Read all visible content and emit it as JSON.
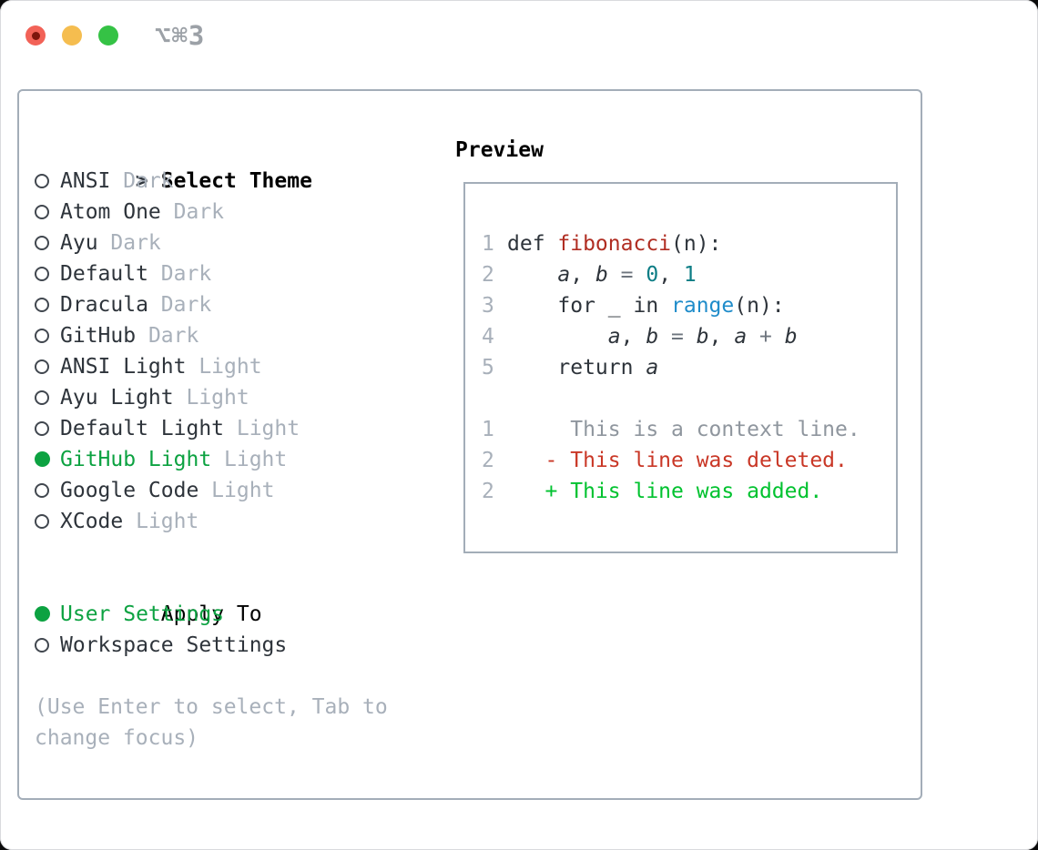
{
  "window": {
    "title": "⌥⌘3",
    "buttons": [
      "close",
      "minimize",
      "zoom"
    ]
  },
  "theme_picker": {
    "header": {
      "prefix": ">",
      "label": "Select Theme"
    },
    "items": [
      {
        "name": "ANSI",
        "variant": "Dark",
        "selected": false
      },
      {
        "name": "Atom One",
        "variant": "Dark",
        "selected": false
      },
      {
        "name": "Ayu",
        "variant": "Dark",
        "selected": false
      },
      {
        "name": "Default",
        "variant": "Dark",
        "selected": false
      },
      {
        "name": "Dracula",
        "variant": "Dark",
        "selected": false
      },
      {
        "name": "GitHub",
        "variant": "Dark",
        "selected": false
      },
      {
        "name": "ANSI Light",
        "variant": "Light",
        "selected": false
      },
      {
        "name": "Ayu Light",
        "variant": "Light",
        "selected": false
      },
      {
        "name": "Default Light",
        "variant": "Light",
        "selected": false
      },
      {
        "name": "GitHub Light",
        "variant": "Light",
        "selected": true
      },
      {
        "name": "Google Code",
        "variant": "Light",
        "selected": false
      },
      {
        "name": "XCode",
        "variant": "Light",
        "selected": false
      }
    ],
    "apply_to": {
      "label": "Apply To",
      "options": [
        {
          "name": "User Settings",
          "variant": "",
          "selected": true
        },
        {
          "name": "Workspace Settings",
          "variant": "",
          "selected": false
        }
      ]
    },
    "hint_lines": [
      "(Use Enter to select, Tab to",
      "change focus)"
    ]
  },
  "preview": {
    "title": "Preview",
    "lines": [
      {
        "n": "1",
        "seg": [
          [
            "code",
            "def "
          ],
          [
            "func",
            "fibonacci"
          ],
          [
            "code",
            "(n):"
          ]
        ]
      },
      {
        "n": "2",
        "seg": [
          [
            "code",
            "    "
          ],
          [
            "var",
            "a"
          ],
          [
            "code",
            ", "
          ],
          [
            "var",
            "b"
          ],
          [
            "op",
            " = "
          ],
          [
            "num",
            "0"
          ],
          [
            "code",
            ", "
          ],
          [
            "num",
            "1"
          ]
        ]
      },
      {
        "n": "3",
        "seg": [
          [
            "code",
            "    for _ in "
          ],
          [
            "builtin",
            "range"
          ],
          [
            "code",
            "(n):"
          ]
        ]
      },
      {
        "n": "4",
        "seg": [
          [
            "code",
            "        "
          ],
          [
            "var",
            "a"
          ],
          [
            "code",
            ", "
          ],
          [
            "var",
            "b"
          ],
          [
            "op",
            " = "
          ],
          [
            "var",
            "b"
          ],
          [
            "code",
            ", "
          ],
          [
            "var",
            "a"
          ],
          [
            "op",
            " + "
          ],
          [
            "var",
            "b"
          ]
        ]
      },
      {
        "n": "5",
        "seg": [
          [
            "code",
            "    return "
          ],
          [
            "var",
            "a"
          ]
        ]
      },
      {
        "n": "",
        "seg": []
      },
      {
        "n": "1",
        "seg": [
          [
            "ctx",
            "     This is a context line."
          ]
        ]
      },
      {
        "n": "2",
        "seg": [
          [
            "del",
            "   - This line was deleted."
          ]
        ]
      },
      {
        "n": "2",
        "seg": [
          [
            "add",
            "   + This line was added."
          ]
        ]
      }
    ]
  },
  "colors": {
    "accent_green": "#0ca241",
    "added_green": "#00c22f",
    "deleted_red": "#c93726",
    "function_red": "#b02d22",
    "builtin_blue": "#1f8cca",
    "number_teal": "#0c7d85",
    "text_dark": "#2e343b",
    "muted_gray": "#a8b0ba",
    "context_gray": "#8f969e",
    "operator_gray": "#6e757e",
    "border_gray": "#a3adb8",
    "traffic_red": "#f26257",
    "traffic_red_dot": "#7d150c",
    "traffic_yellow": "#f5bd4f",
    "traffic_green": "#35c245",
    "title_gray": "#9ca1a7"
  }
}
